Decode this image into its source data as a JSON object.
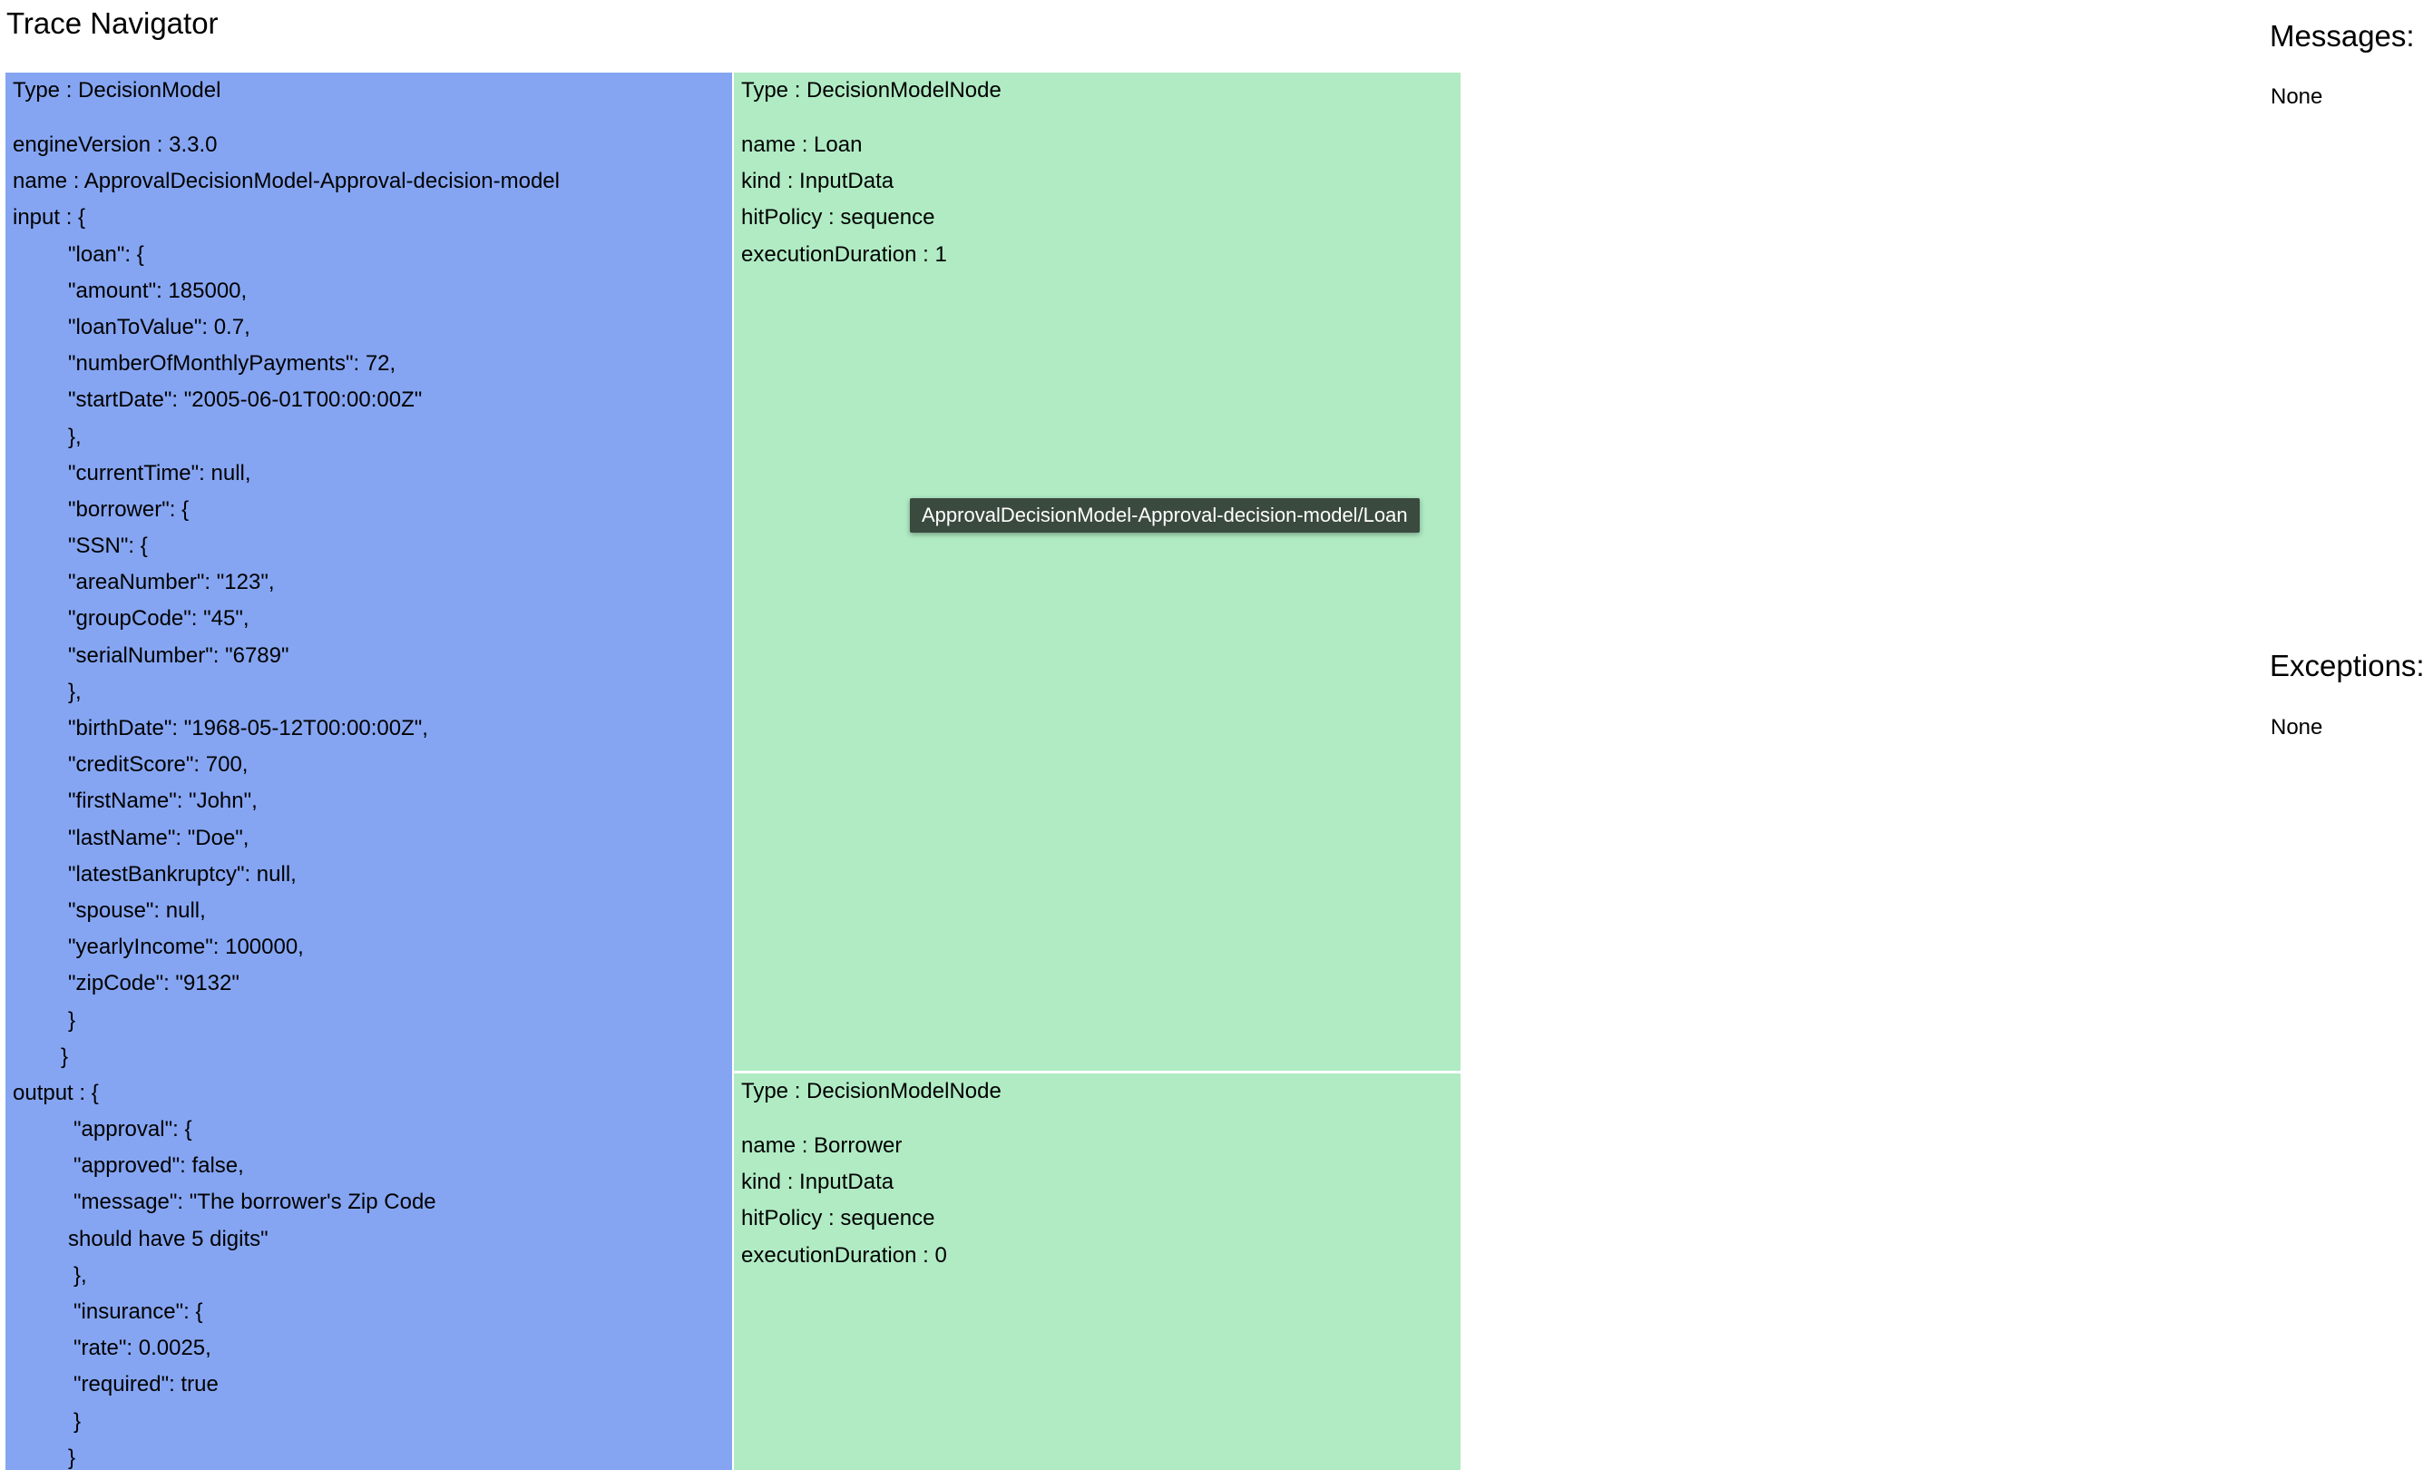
{
  "app": {
    "title": "Trace Navigator"
  },
  "decision_model": {
    "type_line": "Type : DecisionModel",
    "lines": [
      "engineVersion : 3.3.0",
      "name : ApprovalDecisionModel-Approval-decision-model",
      "input : {",
      "\"loan\": {",
      "\"amount\": 185000,",
      "\"loanToValue\": 0.7,",
      "\"numberOfMonthlyPayments\": 72,",
      "\"startDate\": \"2005-06-01T00:00:00Z\"",
      "},",
      "\"currentTime\": null,",
      "\"borrower\": {",
      "\"SSN\": {",
      "\"areaNumber\": \"123\",",
      "\"groupCode\": \"45\",",
      "\"serialNumber\": \"6789\"",
      "},",
      "\"birthDate\": \"1968-05-12T00:00:00Z\",",
      "\"creditScore\": 700,",
      "\"firstName\": \"John\",",
      "\"lastName\": \"Doe\",",
      "\"latestBankruptcy\": null,",
      "\"spouse\": null,",
      "\"yearlyIncome\": 100000,",
      "\"zipCode\": \"9132\"",
      "}",
      "}",
      "output : {",
      "\"approval\": {",
      "\"approved\": false,",
      "\"message\": \"The borrower's Zip Code",
      "should have 5 digits\"",
      "},",
      "\"insurance\": {",
      "\"rate\": 0.0025,",
      "\"required\": true",
      "}",
      "}"
    ]
  },
  "nodes": [
    {
      "type_line": "Type : DecisionModelNode",
      "name_line": "name : Loan",
      "kind_line": "kind : InputData",
      "hit_policy_line": "hitPolicy : sequence",
      "duration_line": "executionDuration : 1"
    },
    {
      "type_line": "Type : DecisionModelNode",
      "name_line": "name : Borrower",
      "kind_line": "kind : InputData",
      "hit_policy_line": "hitPolicy : sequence",
      "duration_line": "executionDuration : 0"
    }
  ],
  "tooltip": {
    "text": "ApprovalDecisionModel-Approval-decision-model/Loan"
  },
  "messages": {
    "heading": "Messages:",
    "value": "None"
  },
  "exceptions": {
    "heading": "Exceptions:",
    "value": "None"
  },
  "colors": {
    "decision_model_panel": "#85a5f2",
    "decision_node_panel": "#b0ebc4",
    "tooltip_background": "#3a4a3e"
  }
}
